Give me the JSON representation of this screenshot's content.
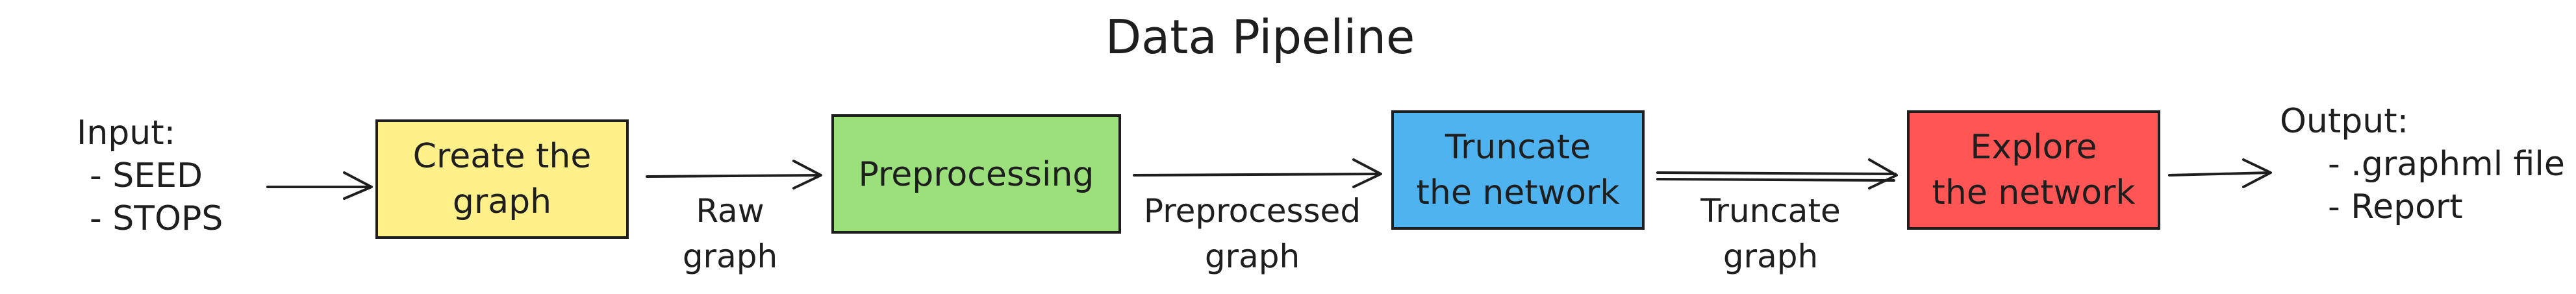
{
  "title": "Data Pipeline",
  "input": {
    "heading": "Input:",
    "items": [
      "- SEED",
      "- STOPS"
    ]
  },
  "nodes": [
    {
      "lines": [
        "Create the",
        "graph"
      ],
      "color": "#fff08a"
    },
    {
      "lines": [
        "Preprocessing"
      ],
      "color": "#9be07a"
    },
    {
      "lines": [
        "Truncate",
        "the network"
      ],
      "color": "#4fb3ef"
    },
    {
      "lines": [
        "Explore",
        "the network"
      ],
      "color": "#ff5555"
    }
  ],
  "edges": [
    {
      "lines": [
        "Raw",
        "graph"
      ]
    },
    {
      "lines": [
        "Preprocessed",
        "graph"
      ]
    },
    {
      "lines": [
        "Truncate",
        "graph"
      ]
    }
  ],
  "output": {
    "heading": "Output:",
    "items": [
      "- .graphml file",
      "- Report"
    ]
  }
}
